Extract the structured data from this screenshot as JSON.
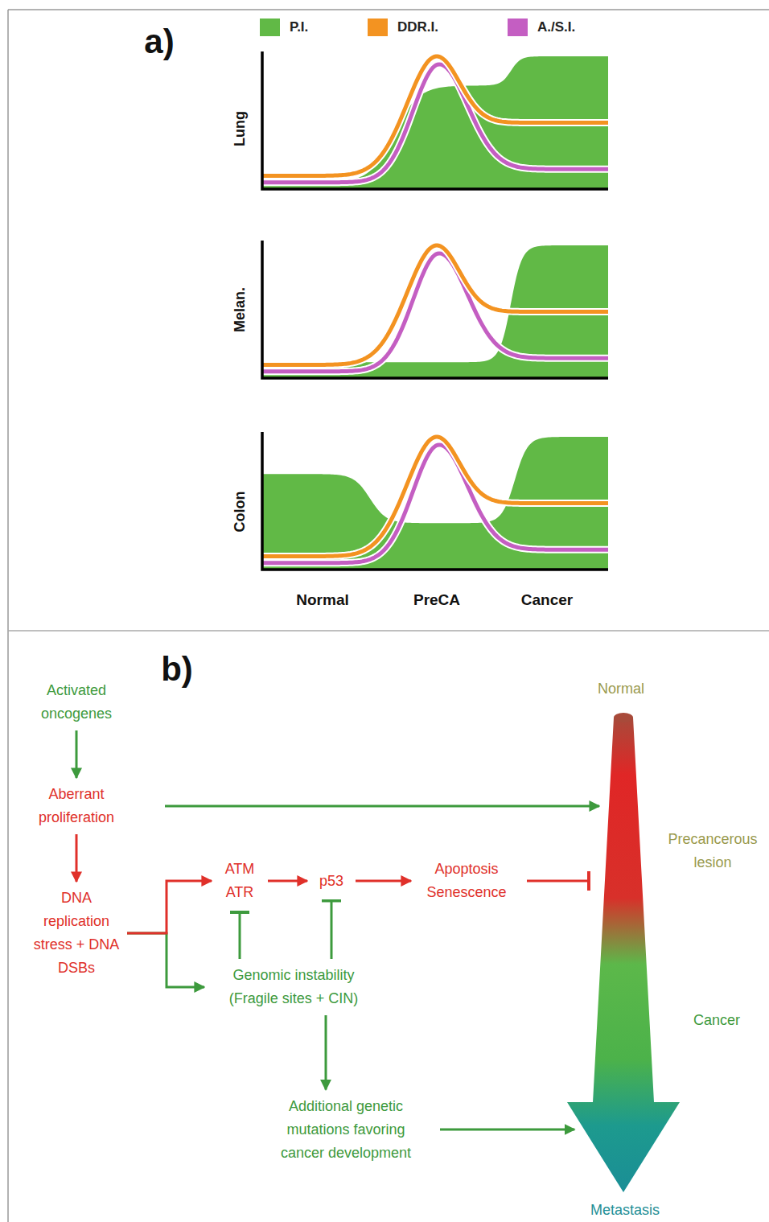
{
  "diagram": {
    "nodes": [
      {
        "text": [
          "Activated oncogenes"
        ]
      },
      {
        "text": [
          "Aberrant proliferation"
        ]
      },
      {
        "text": [
          "DNA replication stress + DNA DSBs"
        ]
      },
      {
        "text": [
          "ATM ATR"
        ]
      },
      {
        "text": [
          "p53"
        ]
      },
      {
        "text": [
          "Apoptosis Senescence"
        ]
      },
      {
        "text": [
          "Genomic instability (Fragile sites + CIN)"
        ]
      },
      {
        "text": [
          "Additional genetic mutations favoring cancer development"
        ]
      },
      {
        "text": [
          "Normal",
          "Precancerous lesion",
          "Cancer",
          "Metastasis"
        ]
      }
    ],
    "edges": [
      {
        "from": 0,
        "to": 1,
        "arrow": "to"
      },
      {
        "from": 1,
        "to": 2,
        "arrow": "to"
      },
      {
        "from": 1,
        "to": 8,
        "arrow": "to"
      },
      {
        "from": 2,
        "to": 3,
        "arrow": "to"
      },
      {
        "from": 2,
        "to": 6,
        "arrow": "to"
      },
      {
        "from": 3,
        "to": 4,
        "arrow": "to"
      },
      {
        "from": 4,
        "to": 5,
        "arrow": "to"
      },
      {
        "from": 5,
        "to": 8,
        "arrow": "to"
      },
      {
        "from": 6,
        "to": 3,
        "arrow": "to"
      },
      {
        "from": 6,
        "to": 4,
        "arrow": "to"
      },
      {
        "from": 6,
        "to": 7,
        "arrow": "to"
      },
      {
        "from": 7,
        "to": 8,
        "arrow": "to"
      }
    ],
    "labels": [
      "a)",
      "Lung",
      "Melan.",
      "Colon",
      "Normal",
      "PreCA",
      "Cancer",
      "b)"
    ],
    "legend": [
      {
        "text": "P.I.",
        "color": "#61b946"
      },
      {
        "text": "DDR.I.",
        "color": "#f39321"
      },
      {
        "text": "A./S.I.",
        "color": "#c45ec2"
      }
    ]
  }
}
